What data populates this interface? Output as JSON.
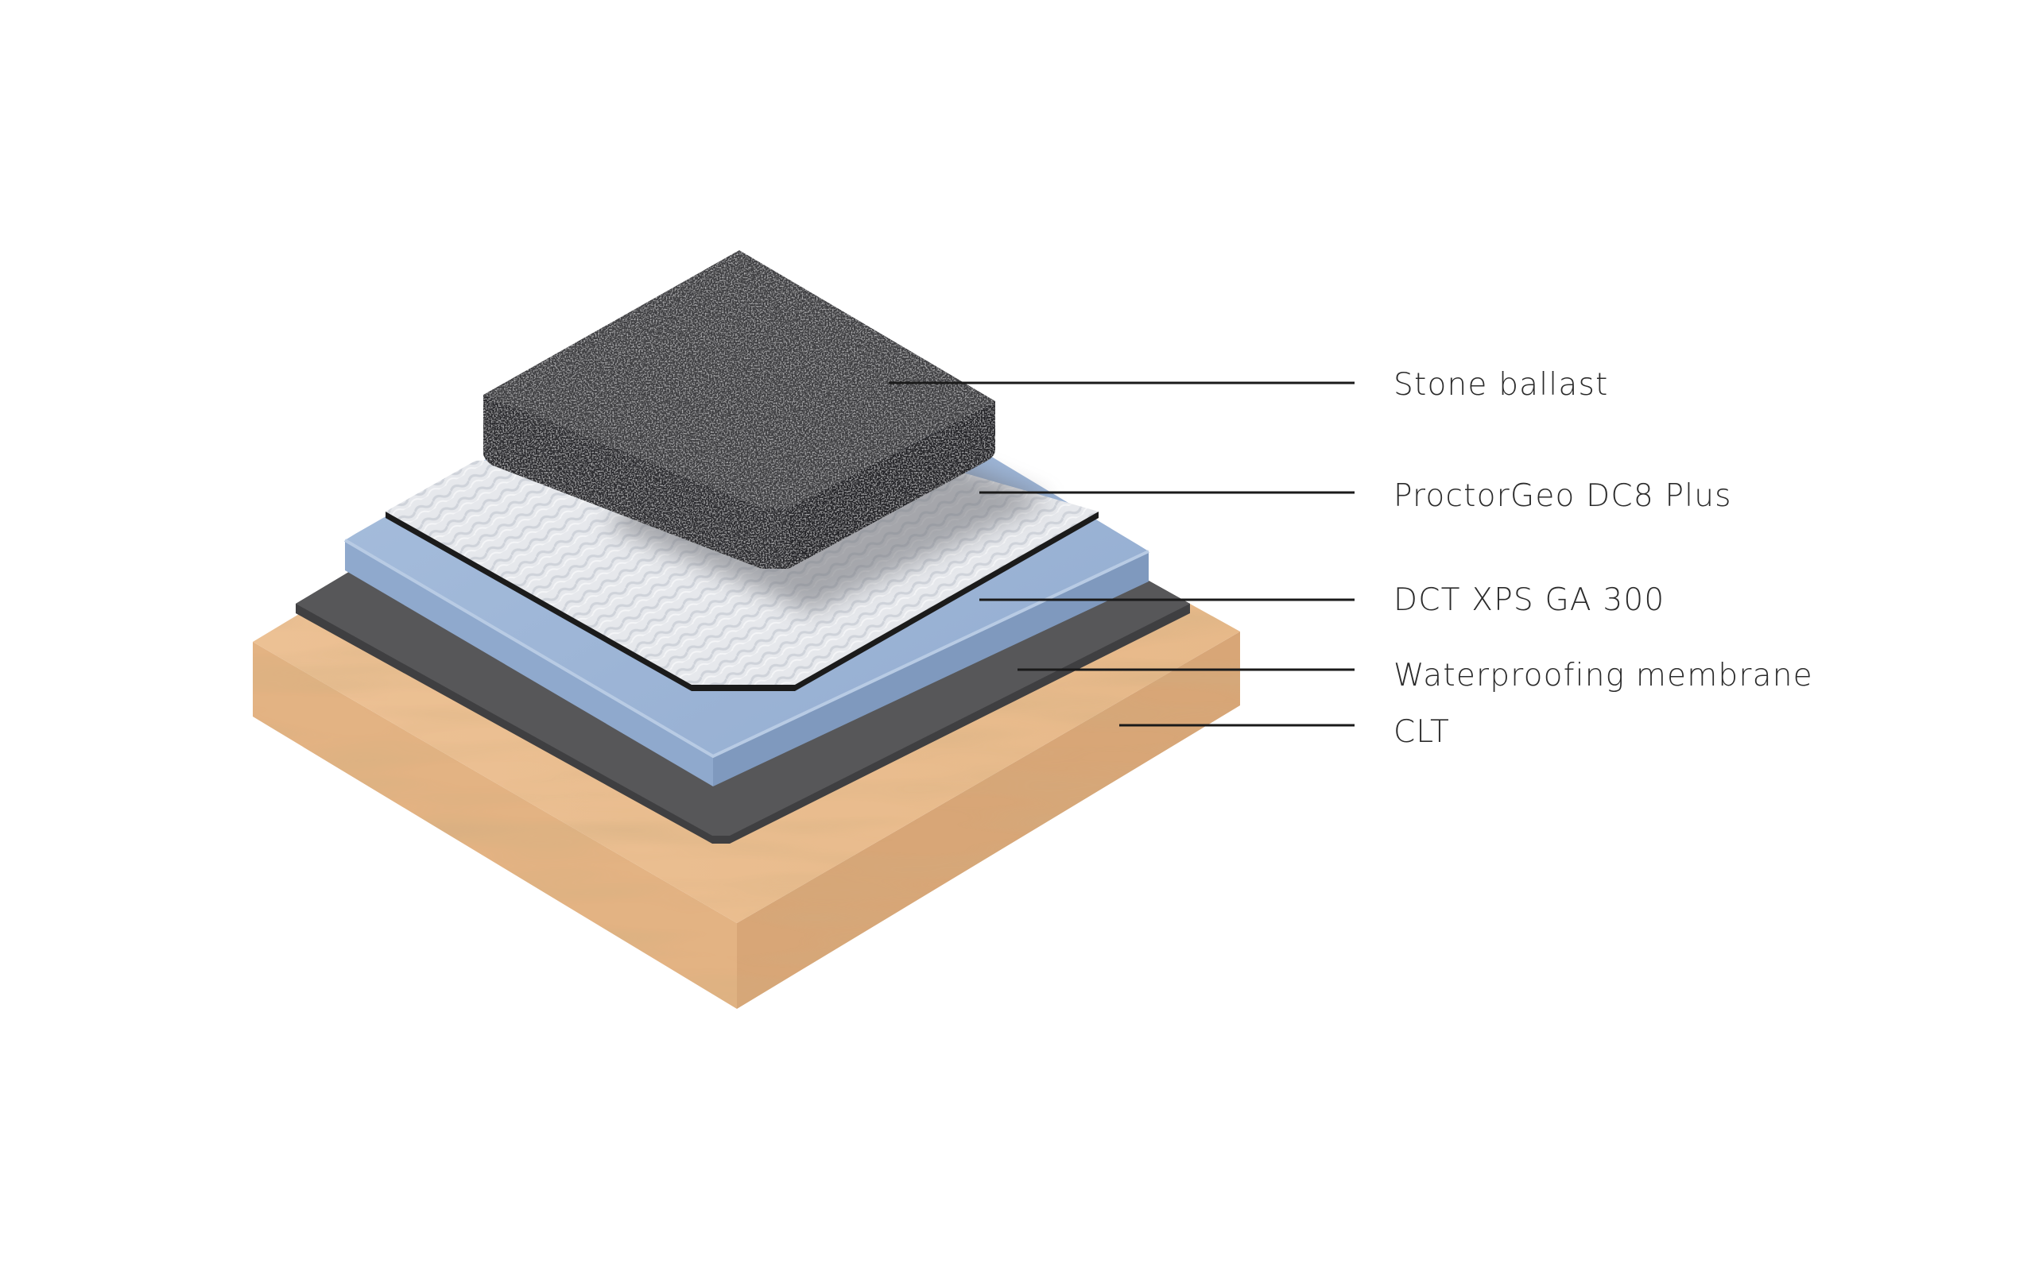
{
  "layers": [
    {
      "id": "stone",
      "label": "Stone ballast",
      "color": "#3a3a3c"
    },
    {
      "id": "geo",
      "label": "ProctorGeo DC8 Plus",
      "color": "#e4e6ea"
    },
    {
      "id": "xps",
      "label": "DCT XPS GA 300",
      "color": "#9fb7d6"
    },
    {
      "id": "membrane",
      "label": "Waterproofing membrane",
      "color": "#4a4a4a"
    },
    {
      "id": "clt",
      "label": "CLT",
      "color": "#e8b98a"
    }
  ],
  "leader_color": "#1a1a1a"
}
